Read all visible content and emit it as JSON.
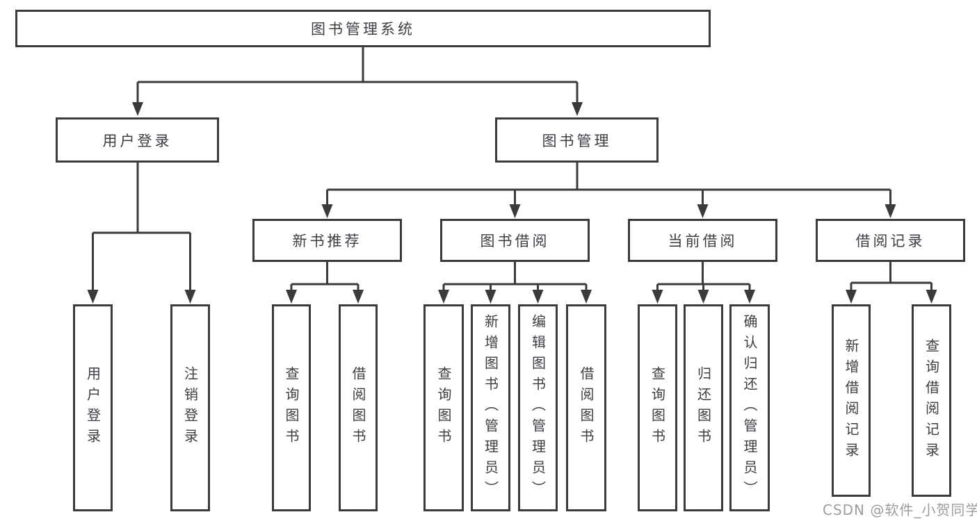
{
  "diagram": {
    "type": "hierarchy-tree",
    "root": {
      "label": "图书管理系统"
    },
    "children": [
      {
        "label": "用户登录",
        "children": [
          {
            "label": "用户登录"
          },
          {
            "label": "注销登录"
          }
        ]
      },
      {
        "label": "图书管理",
        "children": [
          {
            "label": "新书推荐",
            "children": [
              {
                "label": "查询图书"
              },
              {
                "label": "借阅图书"
              }
            ]
          },
          {
            "label": "图书借阅",
            "children": [
              {
                "label": "查询图书"
              },
              {
                "label": "新增图书（管理员）"
              },
              {
                "label": "编辑图书（管理员）"
              },
              {
                "label": "借阅图书"
              }
            ]
          },
          {
            "label": "当前借阅",
            "children": [
              {
                "label": "查询图书"
              },
              {
                "label": "归还图书"
              },
              {
                "label": "确认归还（管理员）"
              }
            ]
          },
          {
            "label": "借阅记录",
            "children": [
              {
                "label": "新增借阅记录"
              },
              {
                "label": "查询借阅记录"
              }
            ]
          }
        ]
      }
    ]
  },
  "watermark": {
    "text": "CSDN @软件_小贺同学"
  },
  "colors": {
    "background": "#ffffff",
    "line": "#3a3a3a",
    "box_border": "#3a3a3a",
    "text": "#3d3d44",
    "watermark": "#9c9c9c"
  }
}
